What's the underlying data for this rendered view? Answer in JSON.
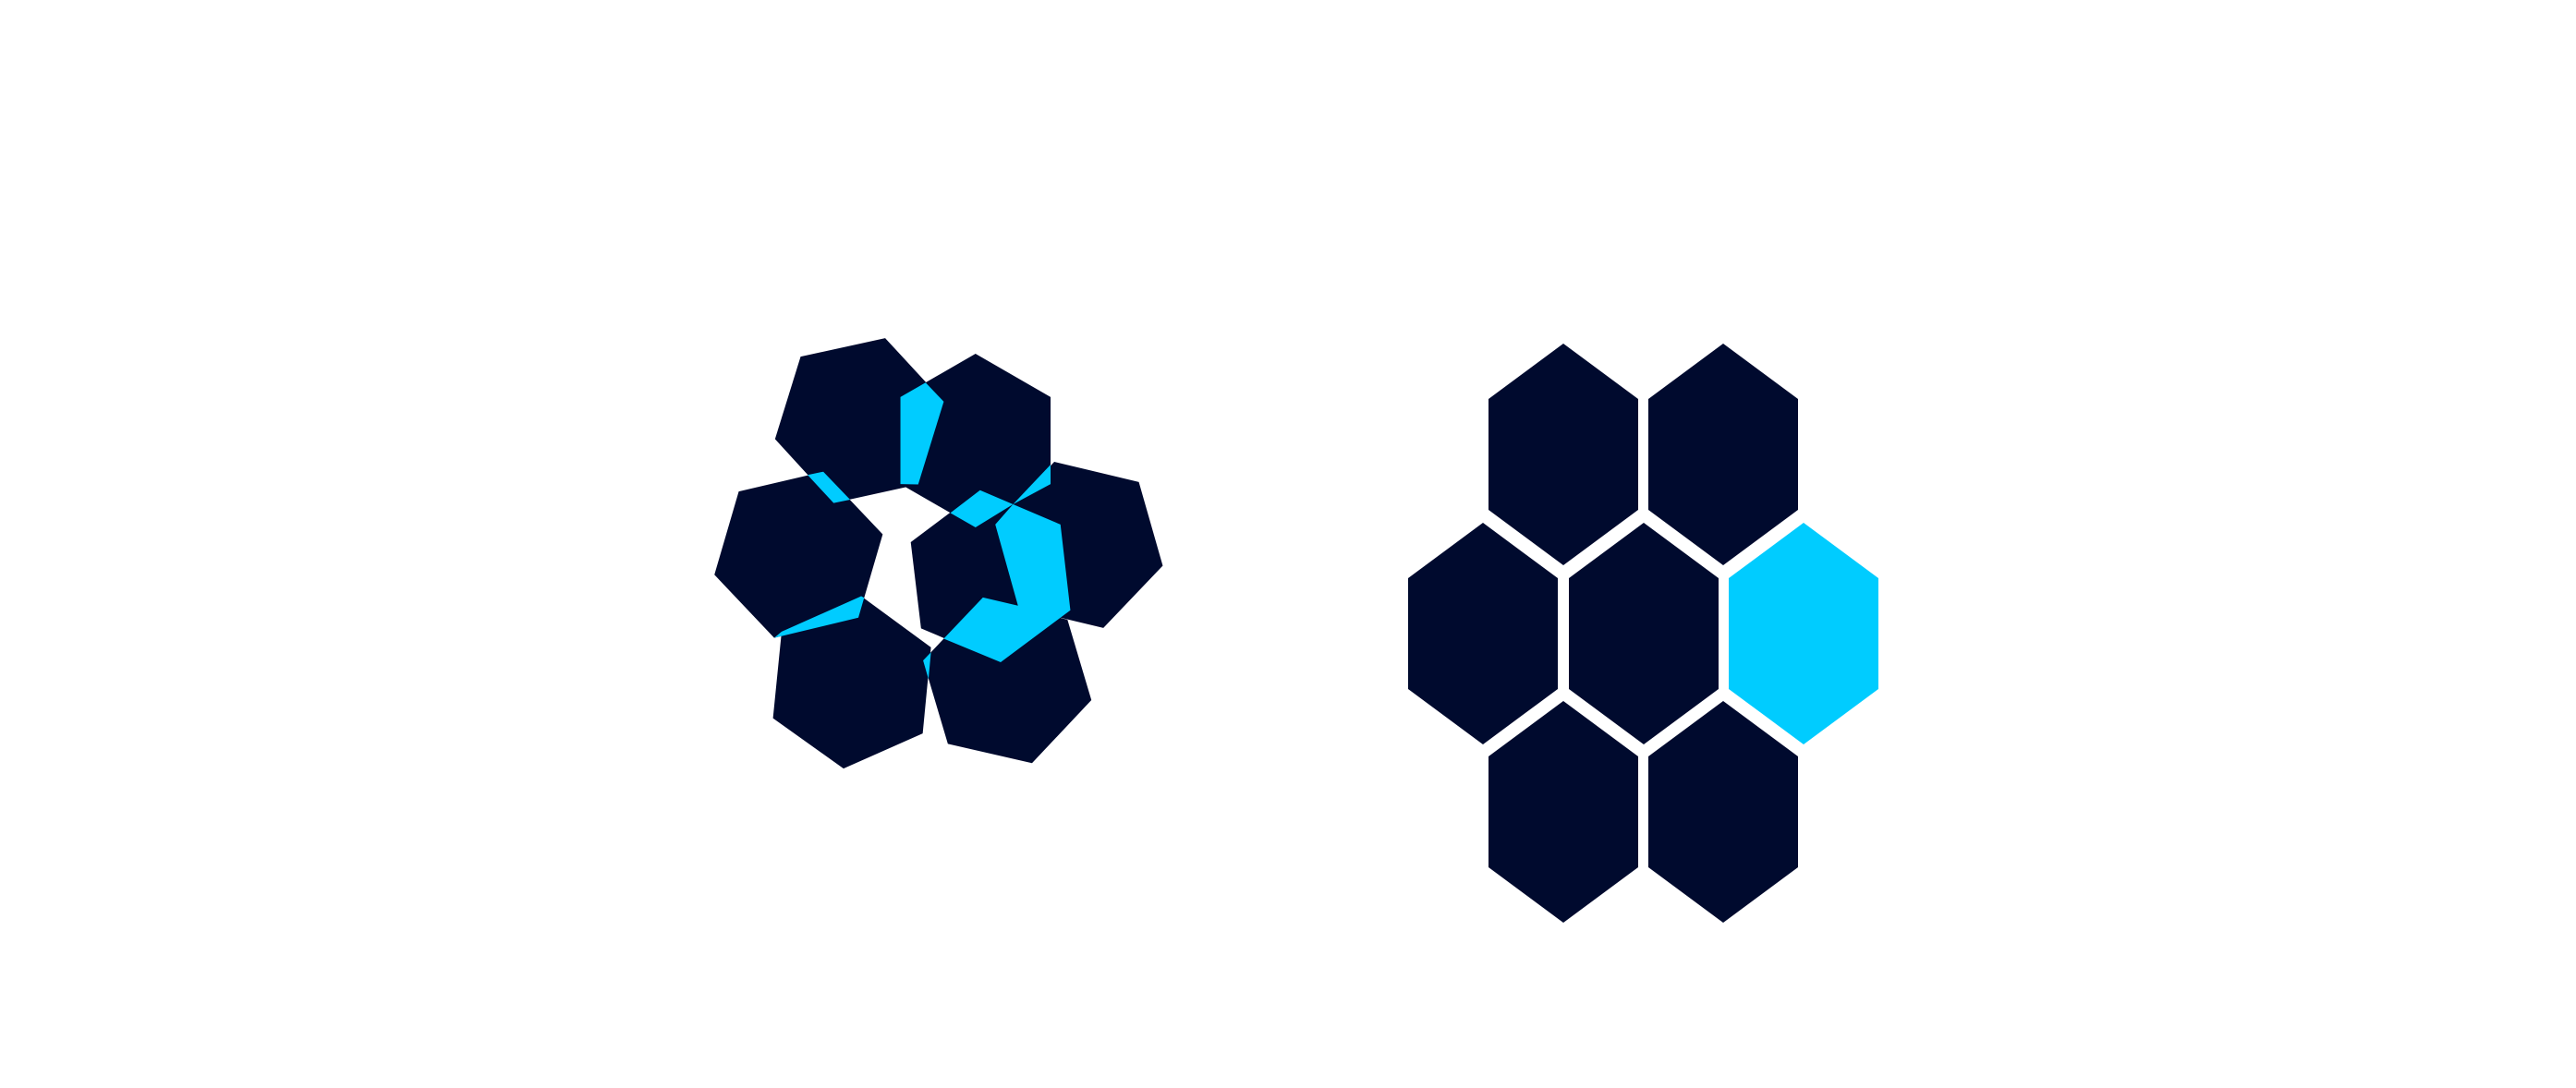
{
  "colors": {
    "background": "#ffffff",
    "dark": "#000a2e",
    "accent": "#00ccff"
  },
  "left_cluster": {
    "description_free": true,
    "hexagon_count": 7
  },
  "right_cluster": {
    "hexagons": [
      {
        "row": 0,
        "col": 0,
        "highlighted": false
      },
      {
        "row": 0,
        "col": 1,
        "highlighted": false
      },
      {
        "row": 1,
        "col": 0,
        "highlighted": false
      },
      {
        "row": 1,
        "col": 1,
        "highlighted": false
      },
      {
        "row": 1,
        "col": 2,
        "highlighted": true
      },
      {
        "row": 2,
        "col": 0,
        "highlighted": false
      },
      {
        "row": 2,
        "col": 1,
        "highlighted": false
      }
    ]
  }
}
